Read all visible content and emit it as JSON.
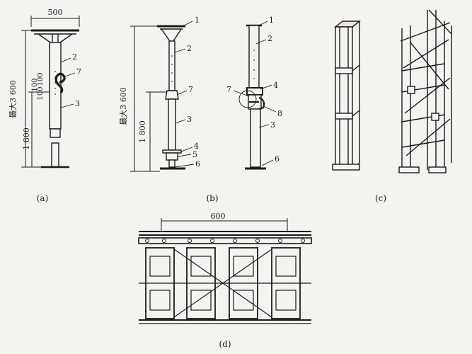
{
  "figure": {
    "panels": [
      {
        "id": "a",
        "caption": "(a)"
      },
      {
        "id": "b",
        "caption": "(b)"
      },
      {
        "id": "c",
        "caption": "(c)"
      },
      {
        "id": "d",
        "caption": "(d)"
      }
    ],
    "panel_a": {
      "width_dim": "500",
      "height_dim": "最大3 600",
      "lower_dim": "1 800",
      "pin_spacing": [
        "100",
        "100",
        "100"
      ],
      "labels": [
        "2",
        "7",
        "3"
      ]
    },
    "panel_b": {
      "height_dim": "最大3 600",
      "lower_dim": "1 800",
      "labels": [
        "1",
        "2",
        "7",
        "3",
        "4",
        "5",
        "6"
      ]
    },
    "panel_b2": {
      "labels": [
        "1",
        "2",
        "7",
        "4",
        "8",
        "3",
        "6"
      ]
    },
    "panel_d": {
      "span_dim": "600"
    }
  }
}
